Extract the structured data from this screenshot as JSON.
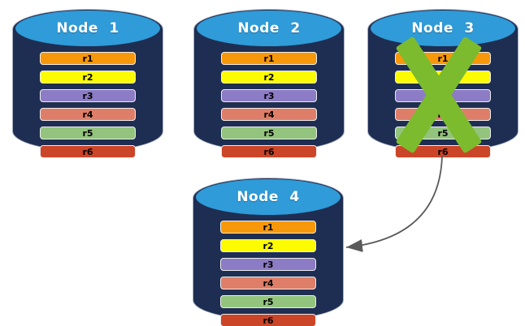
{
  "diagram": {
    "nodes": [
      {
        "title": "Node 1",
        "failed": false,
        "rows": [
          "r1",
          "r2",
          "r3",
          "r4",
          "r5",
          "r6"
        ]
      },
      {
        "title": "Node 2",
        "failed": false,
        "rows": [
          "r1",
          "r2",
          "r3",
          "r4",
          "r5",
          "r6"
        ]
      },
      {
        "title": "Node 3",
        "failed": true,
        "rows": [
          "r1",
          "r2",
          "r3",
          "r4",
          "r5",
          "r6"
        ]
      },
      {
        "title": "Node 4",
        "failed": false,
        "rows": [
          "r1",
          "r2",
          "r3",
          "r4",
          "r5",
          "r6"
        ]
      }
    ],
    "row_colors": {
      "r1": "#F7980B",
      "r2": "#FDFB00",
      "r3": "#8C7BC5",
      "r4": "#DF7E68",
      "r5": "#93C47D",
      "r6": "#CB4528"
    },
    "colors": {
      "cylinder_body": "#1E2E52",
      "cylinder_top": "#2F9BD8",
      "cylinder_outline": "#A8B1C2",
      "row_border": "#EDEDED",
      "row_text": "#000000",
      "title_text": "#FFFFFF",
      "failure_x": "#7CBB2E",
      "arrow": "#5A5A5A"
    },
    "arrow": {
      "from": "Node 3",
      "to": "Node 4"
    }
  }
}
